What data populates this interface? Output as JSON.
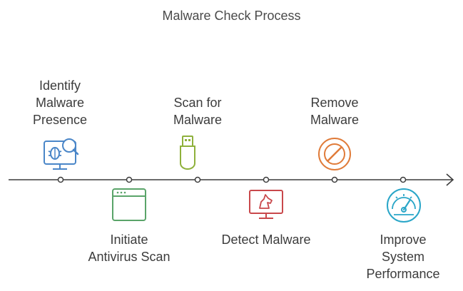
{
  "title": "Malware Check Process",
  "steps": [
    {
      "label": "Identify\nMalware\nPresence",
      "icon": "bug-scan-icon",
      "color": "#4a86c8"
    },
    {
      "label": "Initiate\nAntivirus Scan",
      "icon": "browser-window-icon",
      "color": "#5aa469"
    },
    {
      "label": "Scan for\nMalware",
      "icon": "usb-drive-icon",
      "color": "#8fb13c"
    },
    {
      "label": "Detect Malware",
      "icon": "alert-monitor-icon",
      "color": "#c9484b"
    },
    {
      "label": "Remove\nMalware",
      "icon": "prohibited-icon",
      "color": "#e07b39"
    },
    {
      "label": "Improve\nSystem\nPerformance",
      "icon": "speedometer-icon",
      "color": "#2aa6c8"
    }
  ],
  "colors": {
    "line": "#3c3c3c"
  }
}
